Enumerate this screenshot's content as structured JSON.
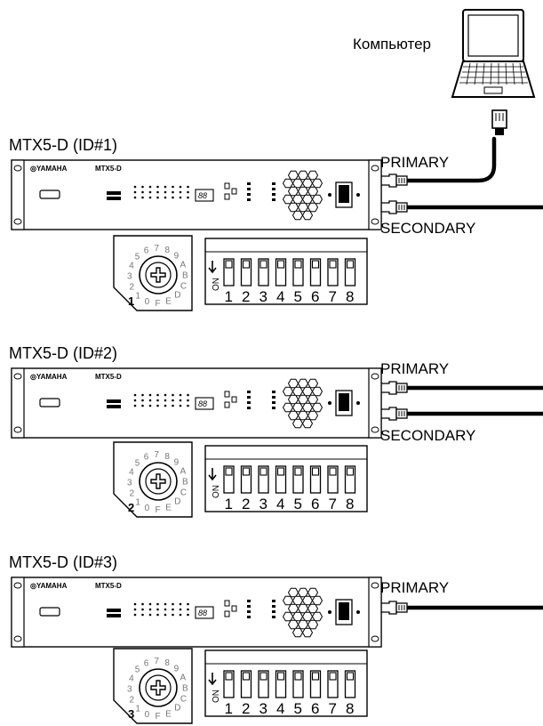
{
  "computer": {
    "label": "Компьютер"
  },
  "devices": [
    {
      "title": "MTX5-D (ID#1)",
      "brand": "YAMAHA",
      "model": "MTX5-D",
      "display": "88",
      "ports": [
        "PRIMARY",
        "SECONDARY"
      ],
      "rotary_id": "1",
      "dip_switches": [
        "1",
        "2",
        "3",
        "4",
        "5",
        "6",
        "7",
        "8"
      ],
      "dip_on_label": "ON"
    },
    {
      "title": "MTX5-D (ID#2)",
      "brand": "YAMAHA",
      "model": "MTX5-D",
      "display": "88",
      "ports": [
        "PRIMARY",
        "SECONDARY"
      ],
      "rotary_id": "2",
      "dip_switches": [
        "1",
        "2",
        "3",
        "4",
        "5",
        "6",
        "7",
        "8"
      ],
      "dip_on_label": "ON"
    },
    {
      "title": "MTX5-D (ID#3)",
      "brand": "YAMAHA",
      "model": "MTX5-D",
      "display": "88",
      "ports": [
        "PRIMARY"
      ],
      "rotary_id": "3",
      "dip_switches": [
        "1",
        "2",
        "3",
        "4",
        "5",
        "6",
        "7",
        "8"
      ],
      "dip_on_label": "ON"
    }
  ],
  "rotary_digits": [
    "0",
    "1",
    "2",
    "3",
    "4",
    "5",
    "6",
    "7",
    "8",
    "9",
    "A",
    "B",
    "C",
    "D",
    "E",
    "F"
  ]
}
